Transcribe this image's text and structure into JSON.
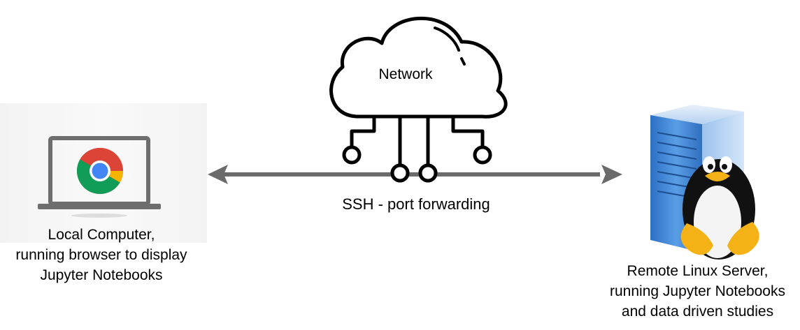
{
  "network": {
    "label": "Network",
    "icon": "cloud-network-icon"
  },
  "connection": {
    "label": "SSH - port forwarding",
    "icon": "double-arrow-icon",
    "color": "#6b6b6b"
  },
  "local_computer": {
    "label": "Local Computer,\nrunning browser to display\nJupyter Notebooks",
    "icon": "laptop-chrome-icon"
  },
  "remote_server": {
    "label": "Remote Linux Server,\nrunning Jupyter Notebooks\nand data driven studies",
    "icon": "linux-server-icon"
  },
  "colors": {
    "chrome_red": "#db4437",
    "chrome_yellow": "#f4b400",
    "chrome_green": "#0f9d58",
    "chrome_blue": "#4285f4",
    "server_blue": "#3a7fd4",
    "tux_yellow": "#f4b216"
  }
}
